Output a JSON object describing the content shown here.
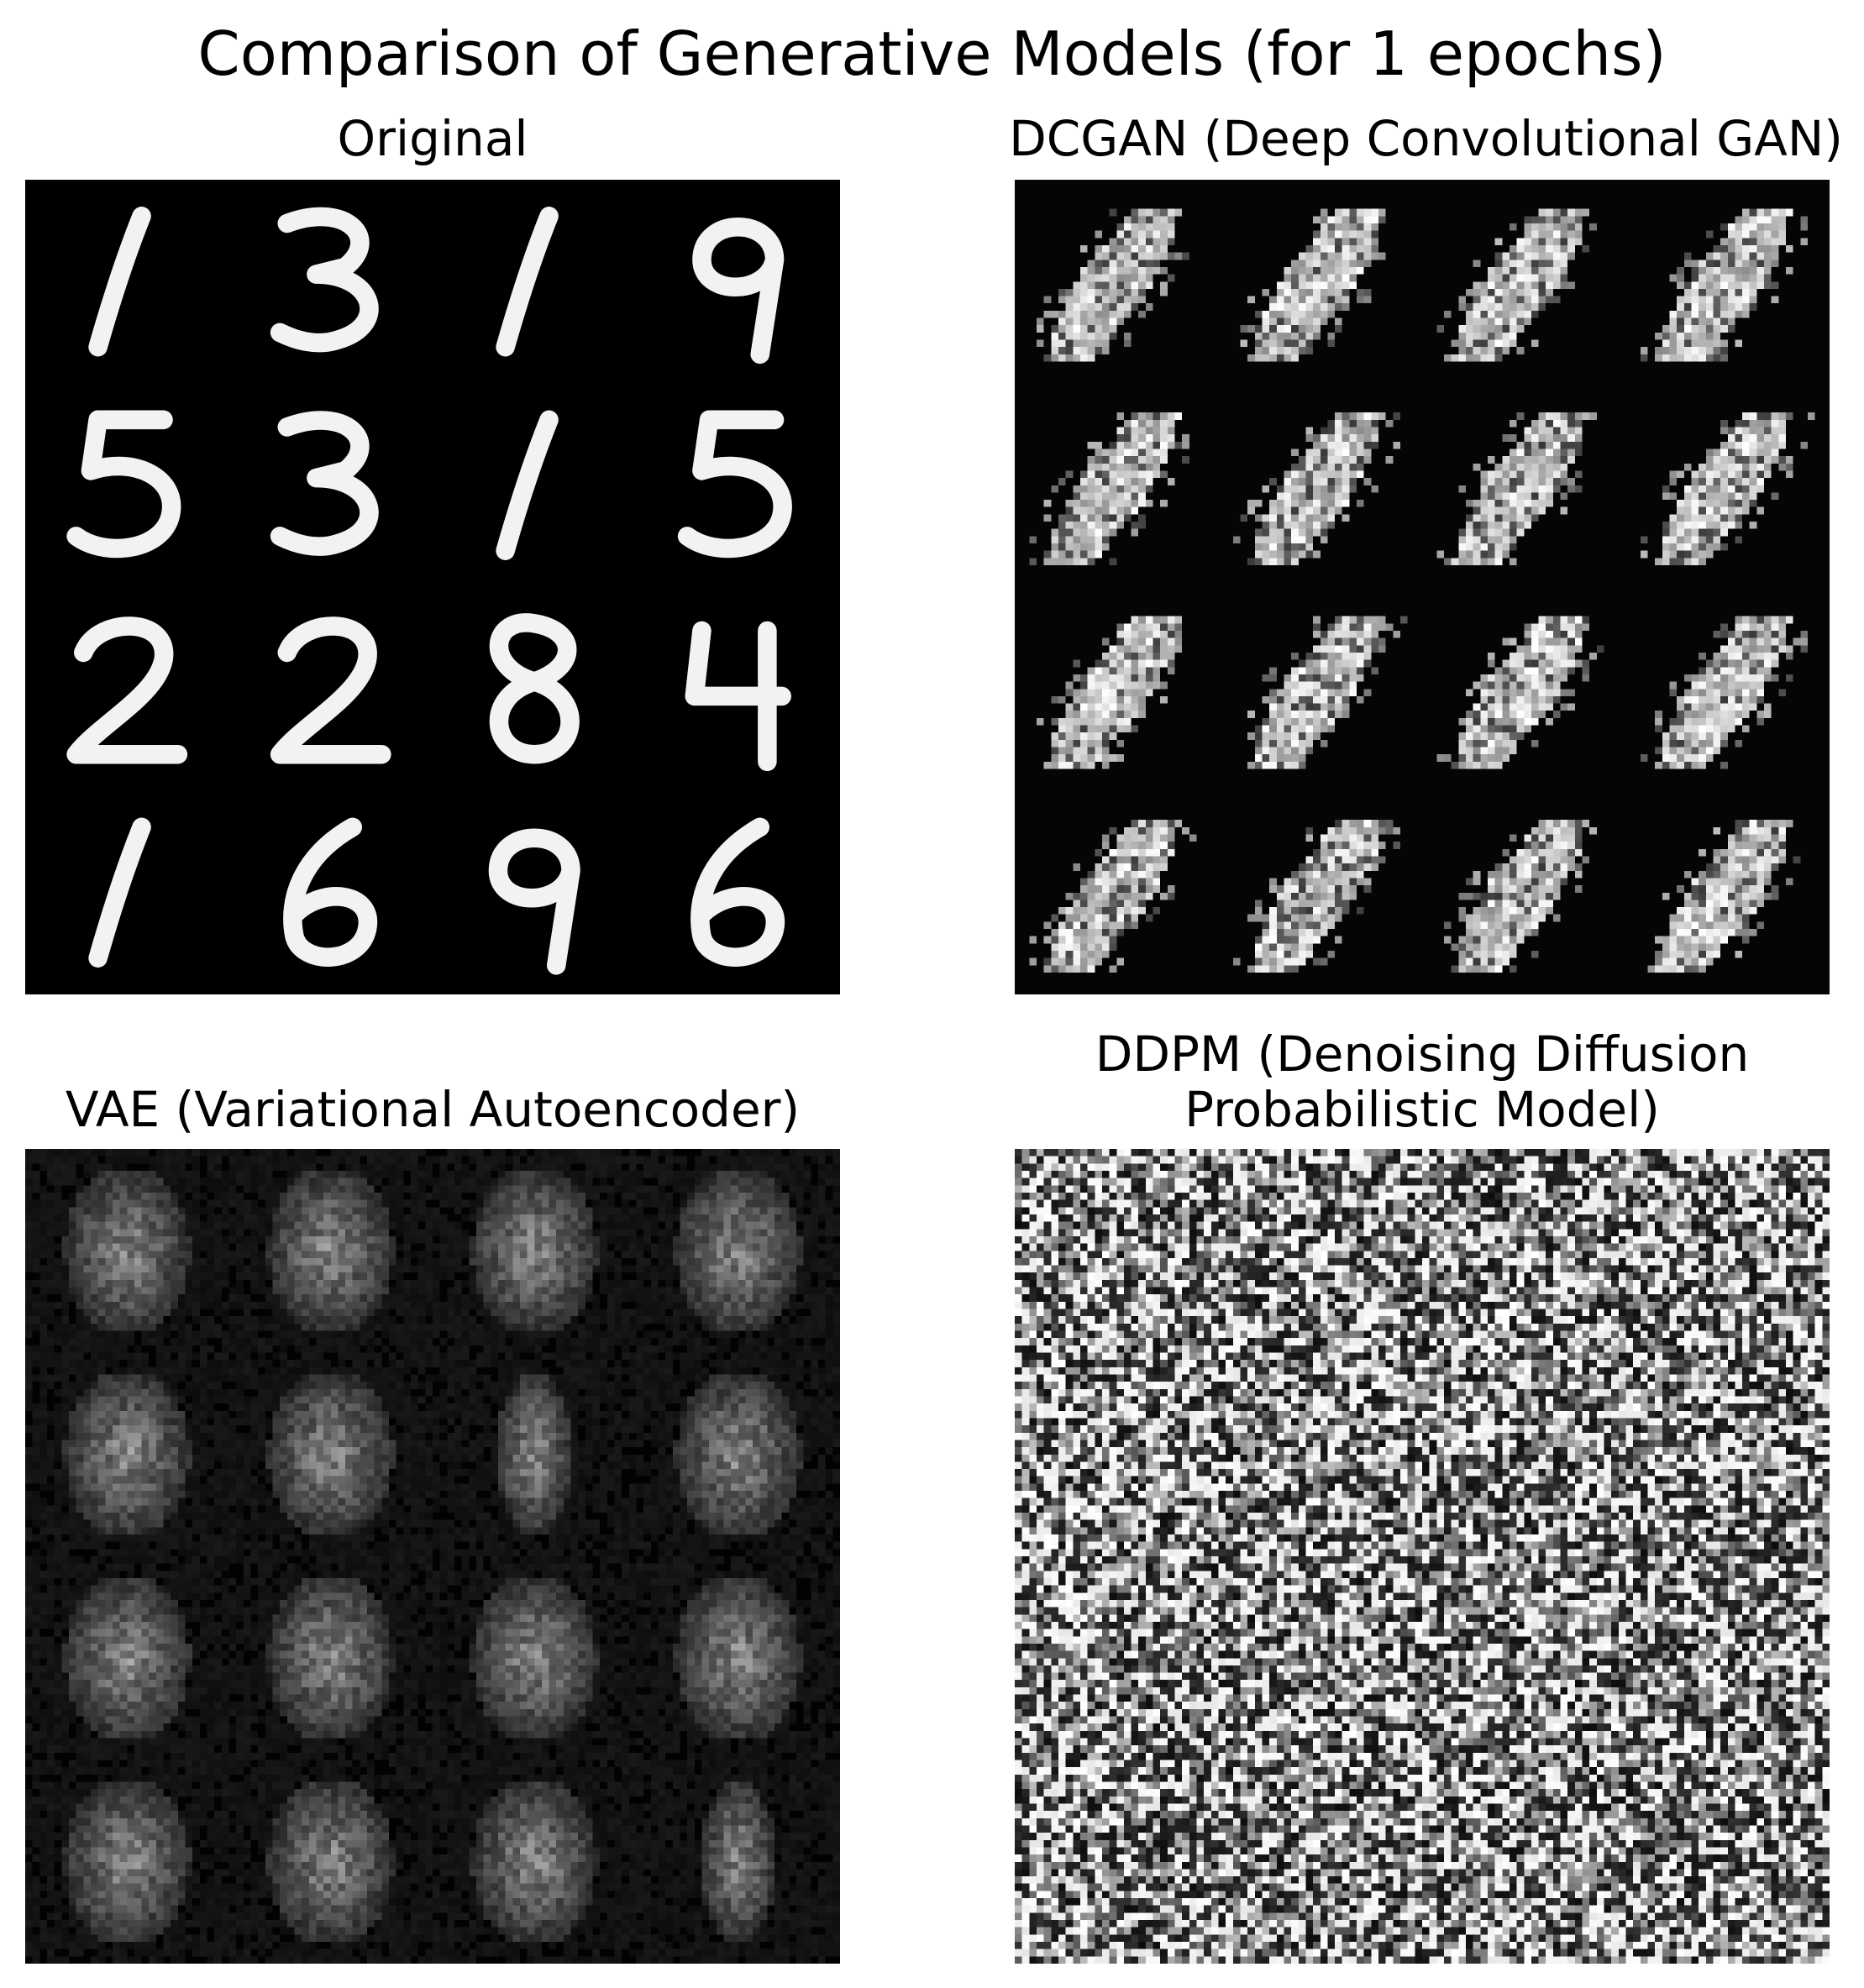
{
  "figure": {
    "title": "Comparison of Generative Models (for 1 epochs)"
  },
  "panels": [
    {
      "title": "Original",
      "kind": "real-samples",
      "grid": "4x4",
      "digits": [
        [
          1,
          3,
          1,
          9
        ],
        [
          5,
          3,
          1,
          5
        ],
        [
          2,
          2,
          8,
          4
        ],
        [
          1,
          6,
          9,
          6
        ]
      ]
    },
    {
      "title": "DCGAN (Deep Convolutional GAN)",
      "kind": "gan-blobs",
      "grid": "4x4"
    },
    {
      "title_lines": [
        "VAE (Variational Autoencoder)"
      ],
      "kind": "vae-blurry",
      "grid": "4x4"
    },
    {
      "title_lines": [
        "DDPM (Denoising Diffusion",
        "Probabilistic Model)"
      ],
      "kind": "noise",
      "grid": "4x4"
    }
  ],
  "colors": {
    "background": "#ffffff",
    "image_background": "#000000",
    "ink": "#f2f2f2"
  }
}
